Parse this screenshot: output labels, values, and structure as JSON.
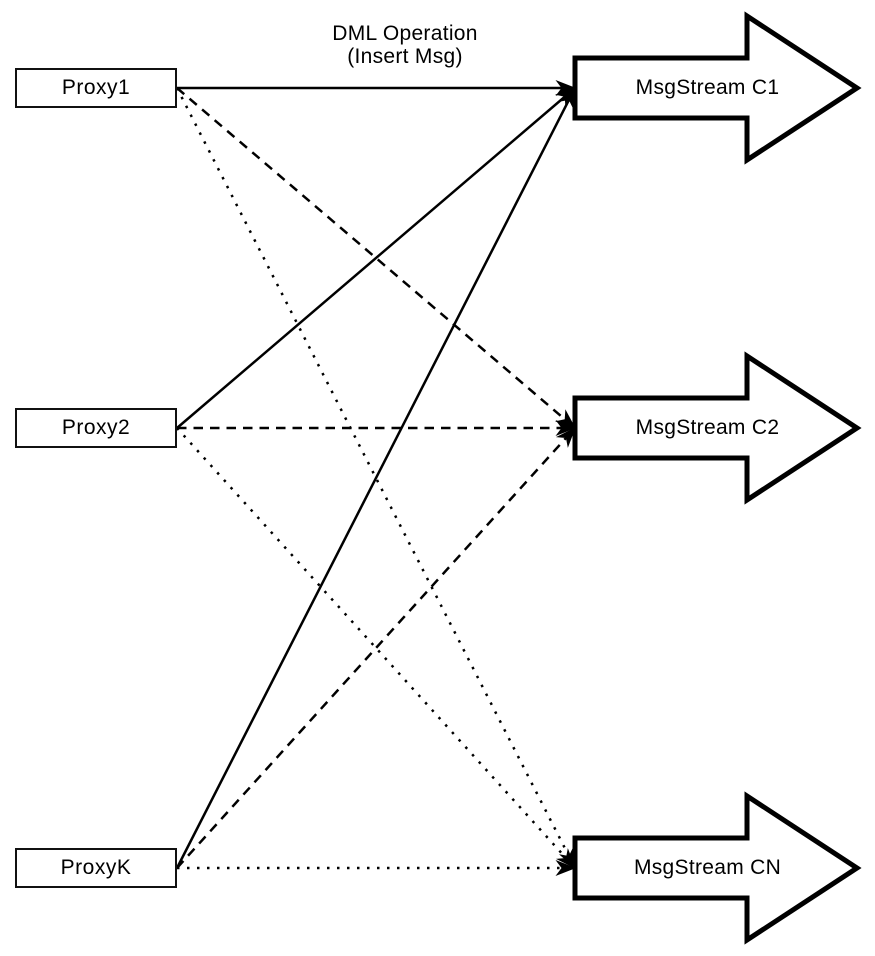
{
  "diagram": {
    "annotation": {
      "line1": "DML Operation",
      "line2": "(Insert Msg)"
    },
    "colors": {
      "stroke": "#000000",
      "fill": "#ffffff",
      "background": "#ffffff"
    },
    "proxies": [
      {
        "id": "proxy1",
        "label": "Proxy1"
      },
      {
        "id": "proxy2",
        "label": "Proxy2"
      },
      {
        "id": "proxyk",
        "label": "ProxyK"
      }
    ],
    "streams": [
      {
        "id": "c1",
        "label": "MsgStream C1"
      },
      {
        "id": "c2",
        "label": "MsgStream C2"
      },
      {
        "id": "cn",
        "label": "MsgStream CN"
      }
    ],
    "edges": [
      {
        "from": "proxy1",
        "to": "c1",
        "style": "solid"
      },
      {
        "from": "proxy2",
        "to": "c1",
        "style": "solid"
      },
      {
        "from": "proxyk",
        "to": "c1",
        "style": "solid"
      },
      {
        "from": "proxy1",
        "to": "c2",
        "style": "dashed"
      },
      {
        "from": "proxy2",
        "to": "c2",
        "style": "dashed"
      },
      {
        "from": "proxyk",
        "to": "c2",
        "style": "dashed"
      },
      {
        "from": "proxy1",
        "to": "cn",
        "style": "dotted"
      },
      {
        "from": "proxy2",
        "to": "cn",
        "style": "dotted"
      },
      {
        "from": "proxyk",
        "to": "cn",
        "style": "dotted"
      }
    ]
  }
}
